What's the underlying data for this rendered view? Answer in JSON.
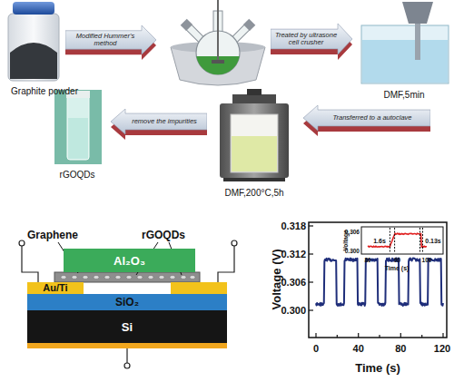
{
  "diagram": {
    "nodes": [
      {
        "text": [
          "Graphite powder"
        ]
      },
      {
        "text": [
          "Modified Hummer's method"
        ]
      },
      {
        "text": [
          "Treated by ultrasone cell crusher"
        ]
      },
      {
        "text": [
          "DMF,5min"
        ]
      },
      {
        "text": [
          "rGOQDs"
        ]
      },
      {
        "text": [
          "remove the impurities"
        ]
      },
      {
        "text": [
          "DMF,200°C,5h"
        ]
      },
      {
        "text": [
          "Transferred to a autoclave"
        ]
      },
      {
        "text": [
          "Al₂O₃"
        ]
      },
      {
        "text": [
          "Au/Ti"
        ]
      },
      {
        "text": [
          "SiO₂"
        ]
      },
      {
        "text": [
          "Si"
        ]
      }
    ],
    "labels": [
      "Graphene",
      "rGOQDs",
      "Voltage (V)",
      "Time (s)",
      "0.300",
      "0.306",
      "0.312",
      "0.318",
      "0",
      "40",
      "80",
      "120",
      "Voltage",
      "Time (s)",
      "0.306",
      "0.300",
      "80",
      "90",
      "100",
      "1.6s",
      "0.13s"
    ]
  }
}
